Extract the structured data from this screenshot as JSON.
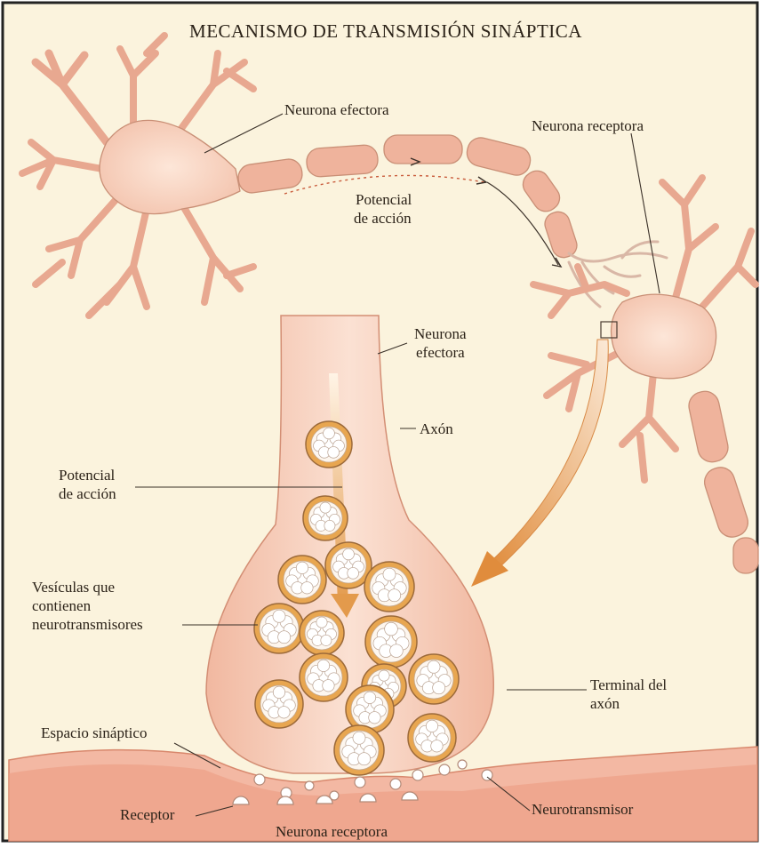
{
  "title": "MECANISMO DE TRANSMISIÓN SINÁPTICA",
  "labels": {
    "neurona_efectora_top": "Neurona efectora",
    "neurona_receptora_top": "Neurona receptora",
    "potencial_top_l1": "Potencial",
    "potencial_top_l2": "de acción",
    "neurona_efectora_inset_l1": "Neurona",
    "neurona_efectora_inset_l2": "efectora",
    "axon": "Axón",
    "potencial_inset_l1": "Potencial",
    "potencial_inset_l2": "de acción",
    "vesiculas_l1": "Vesículas que",
    "vesiculas_l2": "contienen",
    "vesiculas_l3": "neurotransmisores",
    "terminal_l1": "Terminal del",
    "terminal_l2": "axón",
    "espacio": "Espacio sináptico",
    "receptor": "Receptor",
    "neurotransmisor": "Neurotransmisor",
    "neurona_receptora_bottom": "Neurona receptora"
  },
  "colors": {
    "background": "#fbf3dd",
    "neuron_fill": "#f5cdb8",
    "neuron_stroke": "#c98f76",
    "myelin": "#efb39c",
    "vesicle": "#e8a650",
    "arrow": "#e39a4c",
    "membrane": "#ec9f86"
  }
}
